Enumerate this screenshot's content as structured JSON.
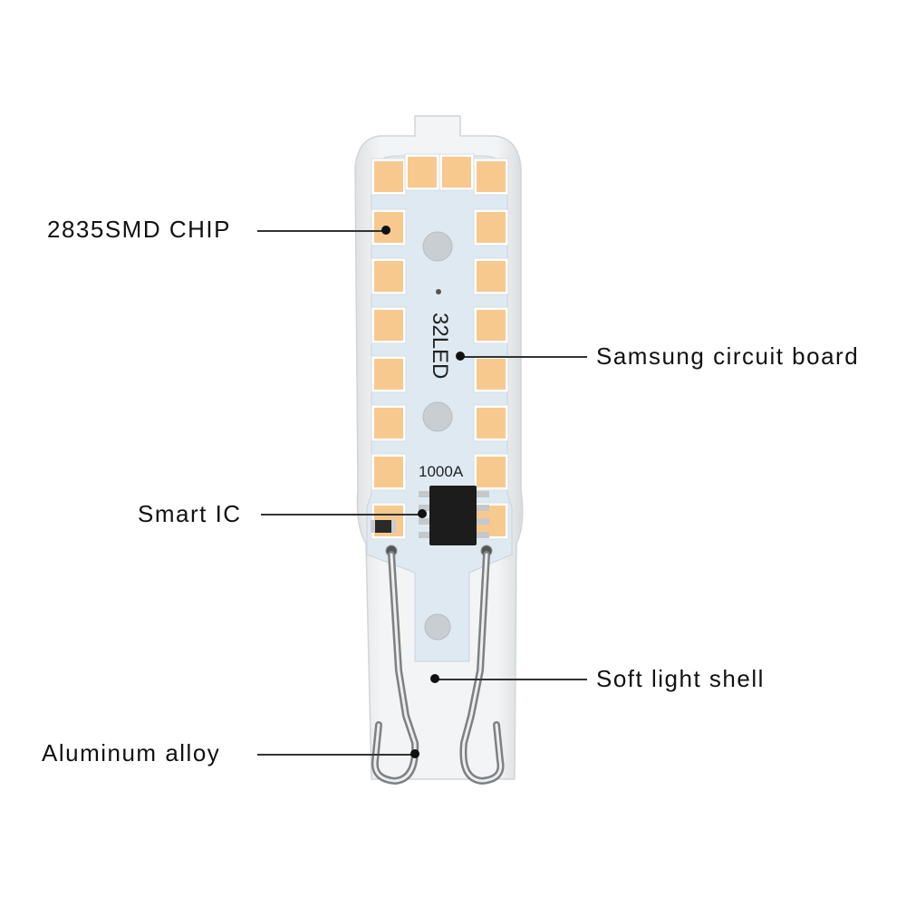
{
  "colors": {
    "background": "#ffffff",
    "shell": "#eef0f1",
    "board": "#dfe9f2",
    "led_chip": "#f7c98f",
    "led_frame": "#ffffff",
    "ic": "#1c1c1c",
    "pin": "#c9ccce",
    "callout_line": "#333333"
  },
  "board_text": {
    "led_count": "32LED",
    "part_code": "1000A"
  },
  "callouts": [
    {
      "id": "smd-chip",
      "label": "2835SMD CHIP"
    },
    {
      "id": "circuit-board",
      "label": "Samsung circuit board"
    },
    {
      "id": "smart-ic",
      "label": "Smart IC"
    },
    {
      "id": "soft-shell",
      "label": "Soft light shell"
    },
    {
      "id": "aluminum-alloy",
      "label": "Aluminum alloy"
    }
  ]
}
